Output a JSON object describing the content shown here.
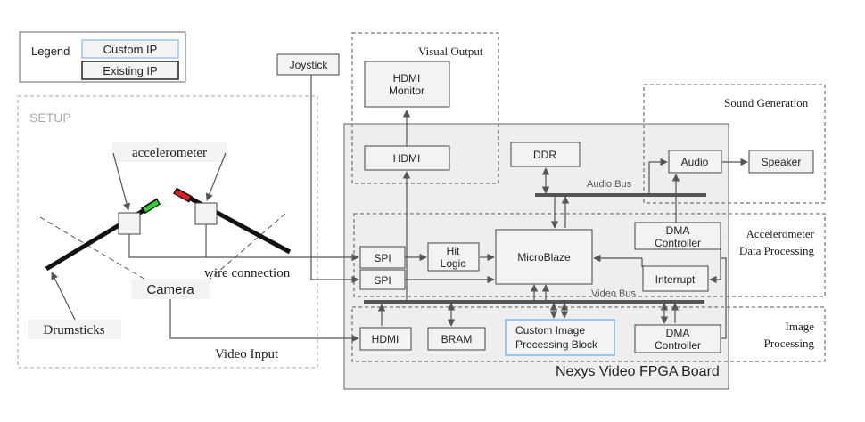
{
  "legend": {
    "title": "Legend",
    "custom_ip": "Custom IP",
    "existing_ip": "Existing IP"
  },
  "regions": {
    "setup": "SETUP",
    "visual_output": "Visual Output",
    "sound_generation": "Sound Generation",
    "accel_line1": "Accelerometer",
    "accel_line2": "Data Processing",
    "image_line1": "Image",
    "image_line2": "Processing",
    "board": "Nexys Video FPGA Board"
  },
  "blocks": {
    "joystick": "Joystick",
    "hdmi_monitor_line1": "HDMI",
    "hdmi_monitor_line2": "Monitor",
    "hdmi_out": "HDMI",
    "ddr": "DDR",
    "audio": "Audio",
    "speaker": "Speaker",
    "dma_top_line1": "DMA",
    "dma_top_line2": "Controller",
    "spi_1": "SPI",
    "spi_2": "SPI",
    "hit_logic_line1": "Hit",
    "hit_logic_line2": "Logic",
    "microblaze": "MicroBlaze",
    "interrupt": "Interrupt",
    "hdmi_in": "HDMI",
    "bram": "BRAM",
    "custom_line1": "Custom Image",
    "custom_line2": "Processing Block",
    "dma_bottom_line1": "DMA",
    "dma_bottom_line2": "Controller"
  },
  "buses": {
    "audio_bus": "Audio Bus",
    "video_bus": "Video Bus"
  },
  "setup_labels": {
    "accelerometer": "accelerometer",
    "drumsticks": "Drumsticks",
    "camera": "Camera",
    "wire_connection": "wire connection",
    "video_input": "Video Input"
  },
  "colors": {
    "board_fill": "#eeeeee",
    "custom_ip_border": "#9fc5e8",
    "tip_green": "#33cc33",
    "tip_red": "#e02020",
    "line": "#555555"
  }
}
